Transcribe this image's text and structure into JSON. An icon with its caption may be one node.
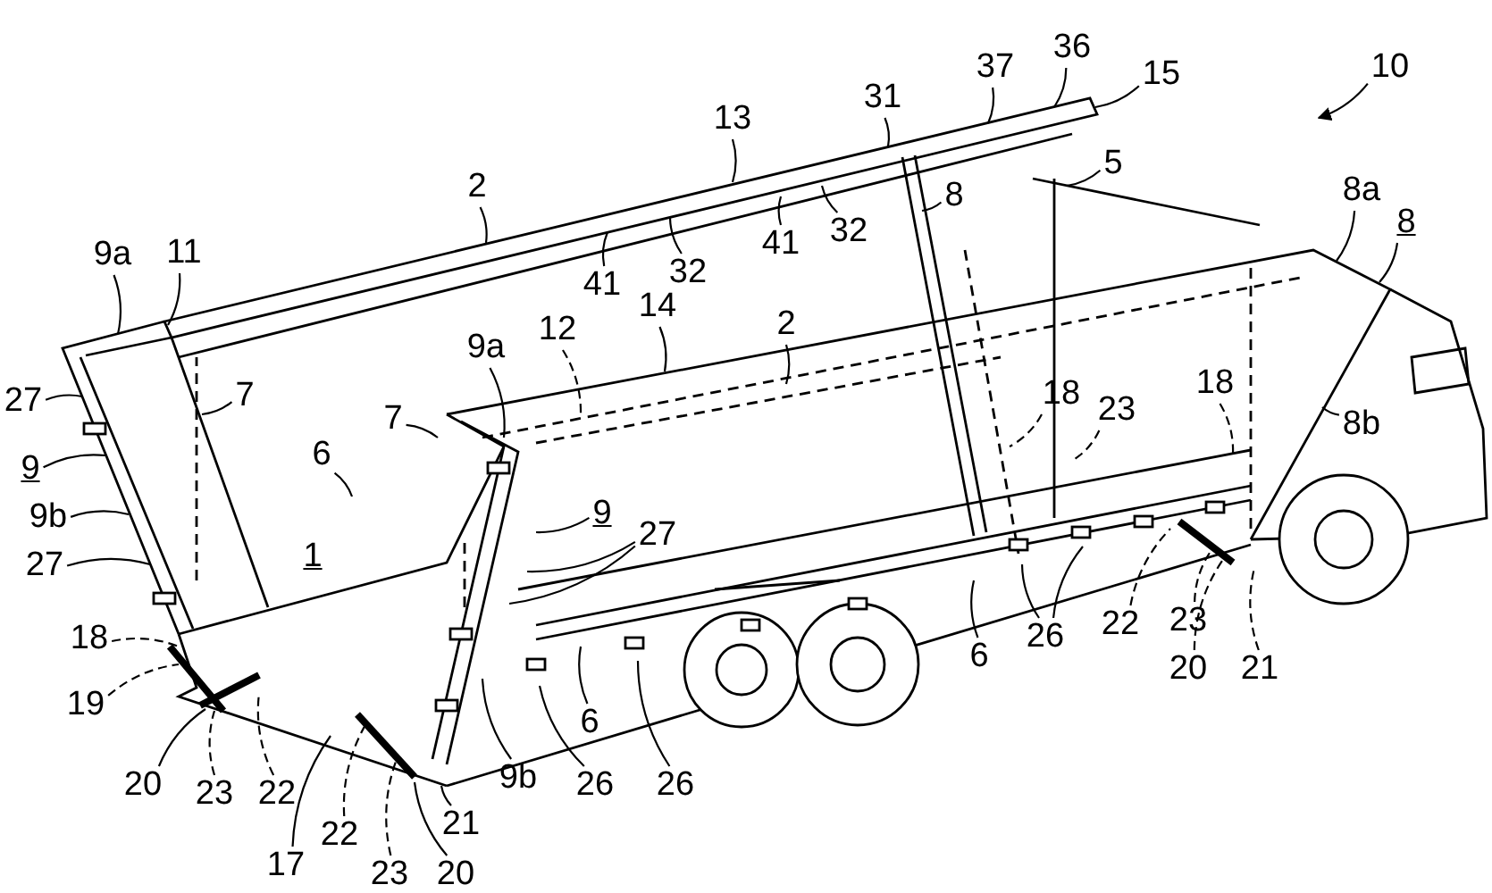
{
  "diagram": {
    "nodes": [
      {
        "text": [
          "2"
        ]
      },
      {
        "text": [
          "13"
        ]
      },
      {
        "text": [
          "31"
        ]
      },
      {
        "text": [
          "37"
        ]
      },
      {
        "text": [
          "36"
        ]
      },
      {
        "text": [
          "15"
        ]
      },
      {
        "text": [
          "10"
        ]
      },
      {
        "text": [
          "9a"
        ]
      },
      {
        "text": [
          "11"
        ]
      },
      {
        "text": [
          "32"
        ]
      },
      {
        "text": [
          "41"
        ]
      },
      {
        "text": [
          "41"
        ]
      },
      {
        "text": [
          "32"
        ]
      },
      {
        "text": [
          "8"
        ]
      },
      {
        "text": [
          "5"
        ]
      },
      {
        "text": [
          "8a"
        ]
      },
      {
        "text": [
          "8"
        ]
      },
      {
        "text": [
          "12"
        ]
      },
      {
        "text": [
          "14"
        ]
      },
      {
        "text": [
          "2"
        ]
      },
      {
        "text": [
          "9a"
        ]
      },
      {
        "text": [
          "7"
        ]
      },
      {
        "text": [
          "7"
        ]
      },
      {
        "text": [
          "27"
        ]
      },
      {
        "text": [
          "9"
        ]
      },
      {
        "text": [
          "9b"
        ]
      },
      {
        "text": [
          "27"
        ]
      },
      {
        "text": [
          "6"
        ]
      },
      {
        "text": [
          "18"
        ]
      },
      {
        "text": [
          "23"
        ]
      },
      {
        "text": [
          "18"
        ]
      },
      {
        "text": [
          "8b"
        ]
      },
      {
        "text": [
          "9"
        ]
      },
      {
        "text": [
          "27"
        ]
      },
      {
        "text": [
          "18"
        ]
      },
      {
        "text": [
          "19"
        ]
      },
      {
        "text": [
          "20"
        ]
      },
      {
        "text": [
          "23"
        ]
      },
      {
        "text": [
          "22"
        ]
      },
      {
        "text": [
          "17"
        ]
      },
      {
        "text": [
          "22"
        ]
      },
      {
        "text": [
          "23"
        ]
      },
      {
        "text": [
          "20"
        ]
      },
      {
        "text": [
          "21"
        ]
      },
      {
        "text": [
          "9b"
        ]
      },
      {
        "text": [
          "6"
        ]
      },
      {
        "text": [
          "26"
        ]
      },
      {
        "text": [
          "26"
        ]
      },
      {
        "text": [
          "6"
        ]
      },
      {
        "text": [
          "26"
        ]
      },
      {
        "text": [
          "22"
        ]
      },
      {
        "text": [
          "23"
        ]
      },
      {
        "text": [
          "20"
        ]
      },
      {
        "text": [
          "21"
        ]
      }
    ],
    "edges": [
      {
        "from": 0,
        "to": null,
        "arrow": "none"
      },
      {
        "from": 1,
        "to": null,
        "arrow": "none"
      },
      {
        "from": 2,
        "to": null,
        "arrow": "none"
      },
      {
        "from": 3,
        "to": null,
        "arrow": "none"
      },
      {
        "from": 4,
        "to": null,
        "arrow": "none"
      },
      {
        "from": 5,
        "to": null,
        "arrow": "none"
      },
      {
        "from": 6,
        "to": null,
        "arrow": "to"
      },
      {
        "from": 7,
        "to": null,
        "arrow": "none"
      },
      {
        "from": 8,
        "to": null,
        "arrow": "none"
      },
      {
        "from": 9,
        "to": null,
        "arrow": "none"
      },
      {
        "from": 10,
        "to": null,
        "arrow": "none"
      },
      {
        "from": 11,
        "to": null,
        "arrow": "none"
      },
      {
        "from": 12,
        "to": null,
        "arrow": "none"
      },
      {
        "from": 13,
        "to": null,
        "arrow": "none"
      },
      {
        "from": 14,
        "to": null,
        "arrow": "none"
      },
      {
        "from": 15,
        "to": null,
        "arrow": "none"
      },
      {
        "from": 16,
        "to": null,
        "arrow": "none"
      },
      {
        "from": 17,
        "to": null,
        "arrow": "none",
        "style": "dashed"
      },
      {
        "from": 18,
        "to": null,
        "arrow": "none"
      },
      {
        "from": 19,
        "to": null,
        "arrow": "none"
      },
      {
        "from": 20,
        "to": null,
        "arrow": "none"
      },
      {
        "from": 21,
        "to": null,
        "arrow": "none"
      },
      {
        "from": 22,
        "to": null,
        "arrow": "none"
      },
      {
        "from": 23,
        "to": null,
        "arrow": "none"
      },
      {
        "from": 24,
        "to": null,
        "arrow": "none"
      },
      {
        "from": 25,
        "to": null,
        "arrow": "none"
      },
      {
        "from": 26,
        "to": null,
        "arrow": "none"
      },
      {
        "from": 27,
        "to": null,
        "arrow": "none"
      },
      {
        "from": 28,
        "to": null,
        "arrow": "none",
        "style": "dashed"
      },
      {
        "from": 29,
        "to": null,
        "arrow": "none",
        "style": "dashed"
      },
      {
        "from": 30,
        "to": null,
        "arrow": "none",
        "style": "dashed"
      },
      {
        "from": 31,
        "to": null,
        "arrow": "none"
      },
      {
        "from": 32,
        "to": null,
        "arrow": "none"
      },
      {
        "from": 33,
        "to": null,
        "arrow": "none"
      },
      {
        "from": 33,
        "to": null,
        "arrow": "none"
      },
      {
        "from": 34,
        "to": null,
        "arrow": "none",
        "style": "dashed"
      },
      {
        "from": 35,
        "to": null,
        "arrow": "none",
        "style": "dashed"
      },
      {
        "from": 36,
        "to": null,
        "arrow": "none"
      },
      {
        "from": 37,
        "to": null,
        "arrow": "none",
        "style": "dashed"
      },
      {
        "from": 38,
        "to": null,
        "arrow": "none",
        "style": "dashed"
      },
      {
        "from": 39,
        "to": null,
        "arrow": "none"
      },
      {
        "from": 40,
        "to": null,
        "arrow": "none",
        "style": "dashed"
      },
      {
        "from": 41,
        "to": null,
        "arrow": "none",
        "style": "dashed"
      },
      {
        "from": 42,
        "to": null,
        "arrow": "none"
      },
      {
        "from": 43,
        "to": null,
        "arrow": "none"
      },
      {
        "from": 44,
        "to": null,
        "arrow": "none"
      },
      {
        "from": 45,
        "to": null,
        "arrow": "none"
      },
      {
        "from": 46,
        "to": null,
        "arrow": "none"
      },
      {
        "from": 47,
        "to": null,
        "arrow": "none"
      },
      {
        "from": 48,
        "to": null,
        "arrow": "none"
      },
      {
        "from": 49,
        "to": null,
        "arrow": "none"
      },
      {
        "from": 49,
        "to": null,
        "arrow": "none"
      },
      {
        "from": 50,
        "to": null,
        "arrow": "none",
        "style": "dashed"
      },
      {
        "from": 51,
        "to": null,
        "arrow": "none",
        "style": "dashed"
      },
      {
        "from": 52,
        "to": null,
        "arrow": "none",
        "style": "dashed"
      },
      {
        "from": 53,
        "to": null,
        "arrow": "none",
        "style": "dashed"
      }
    ],
    "labels": [
      "1"
    ]
  }
}
